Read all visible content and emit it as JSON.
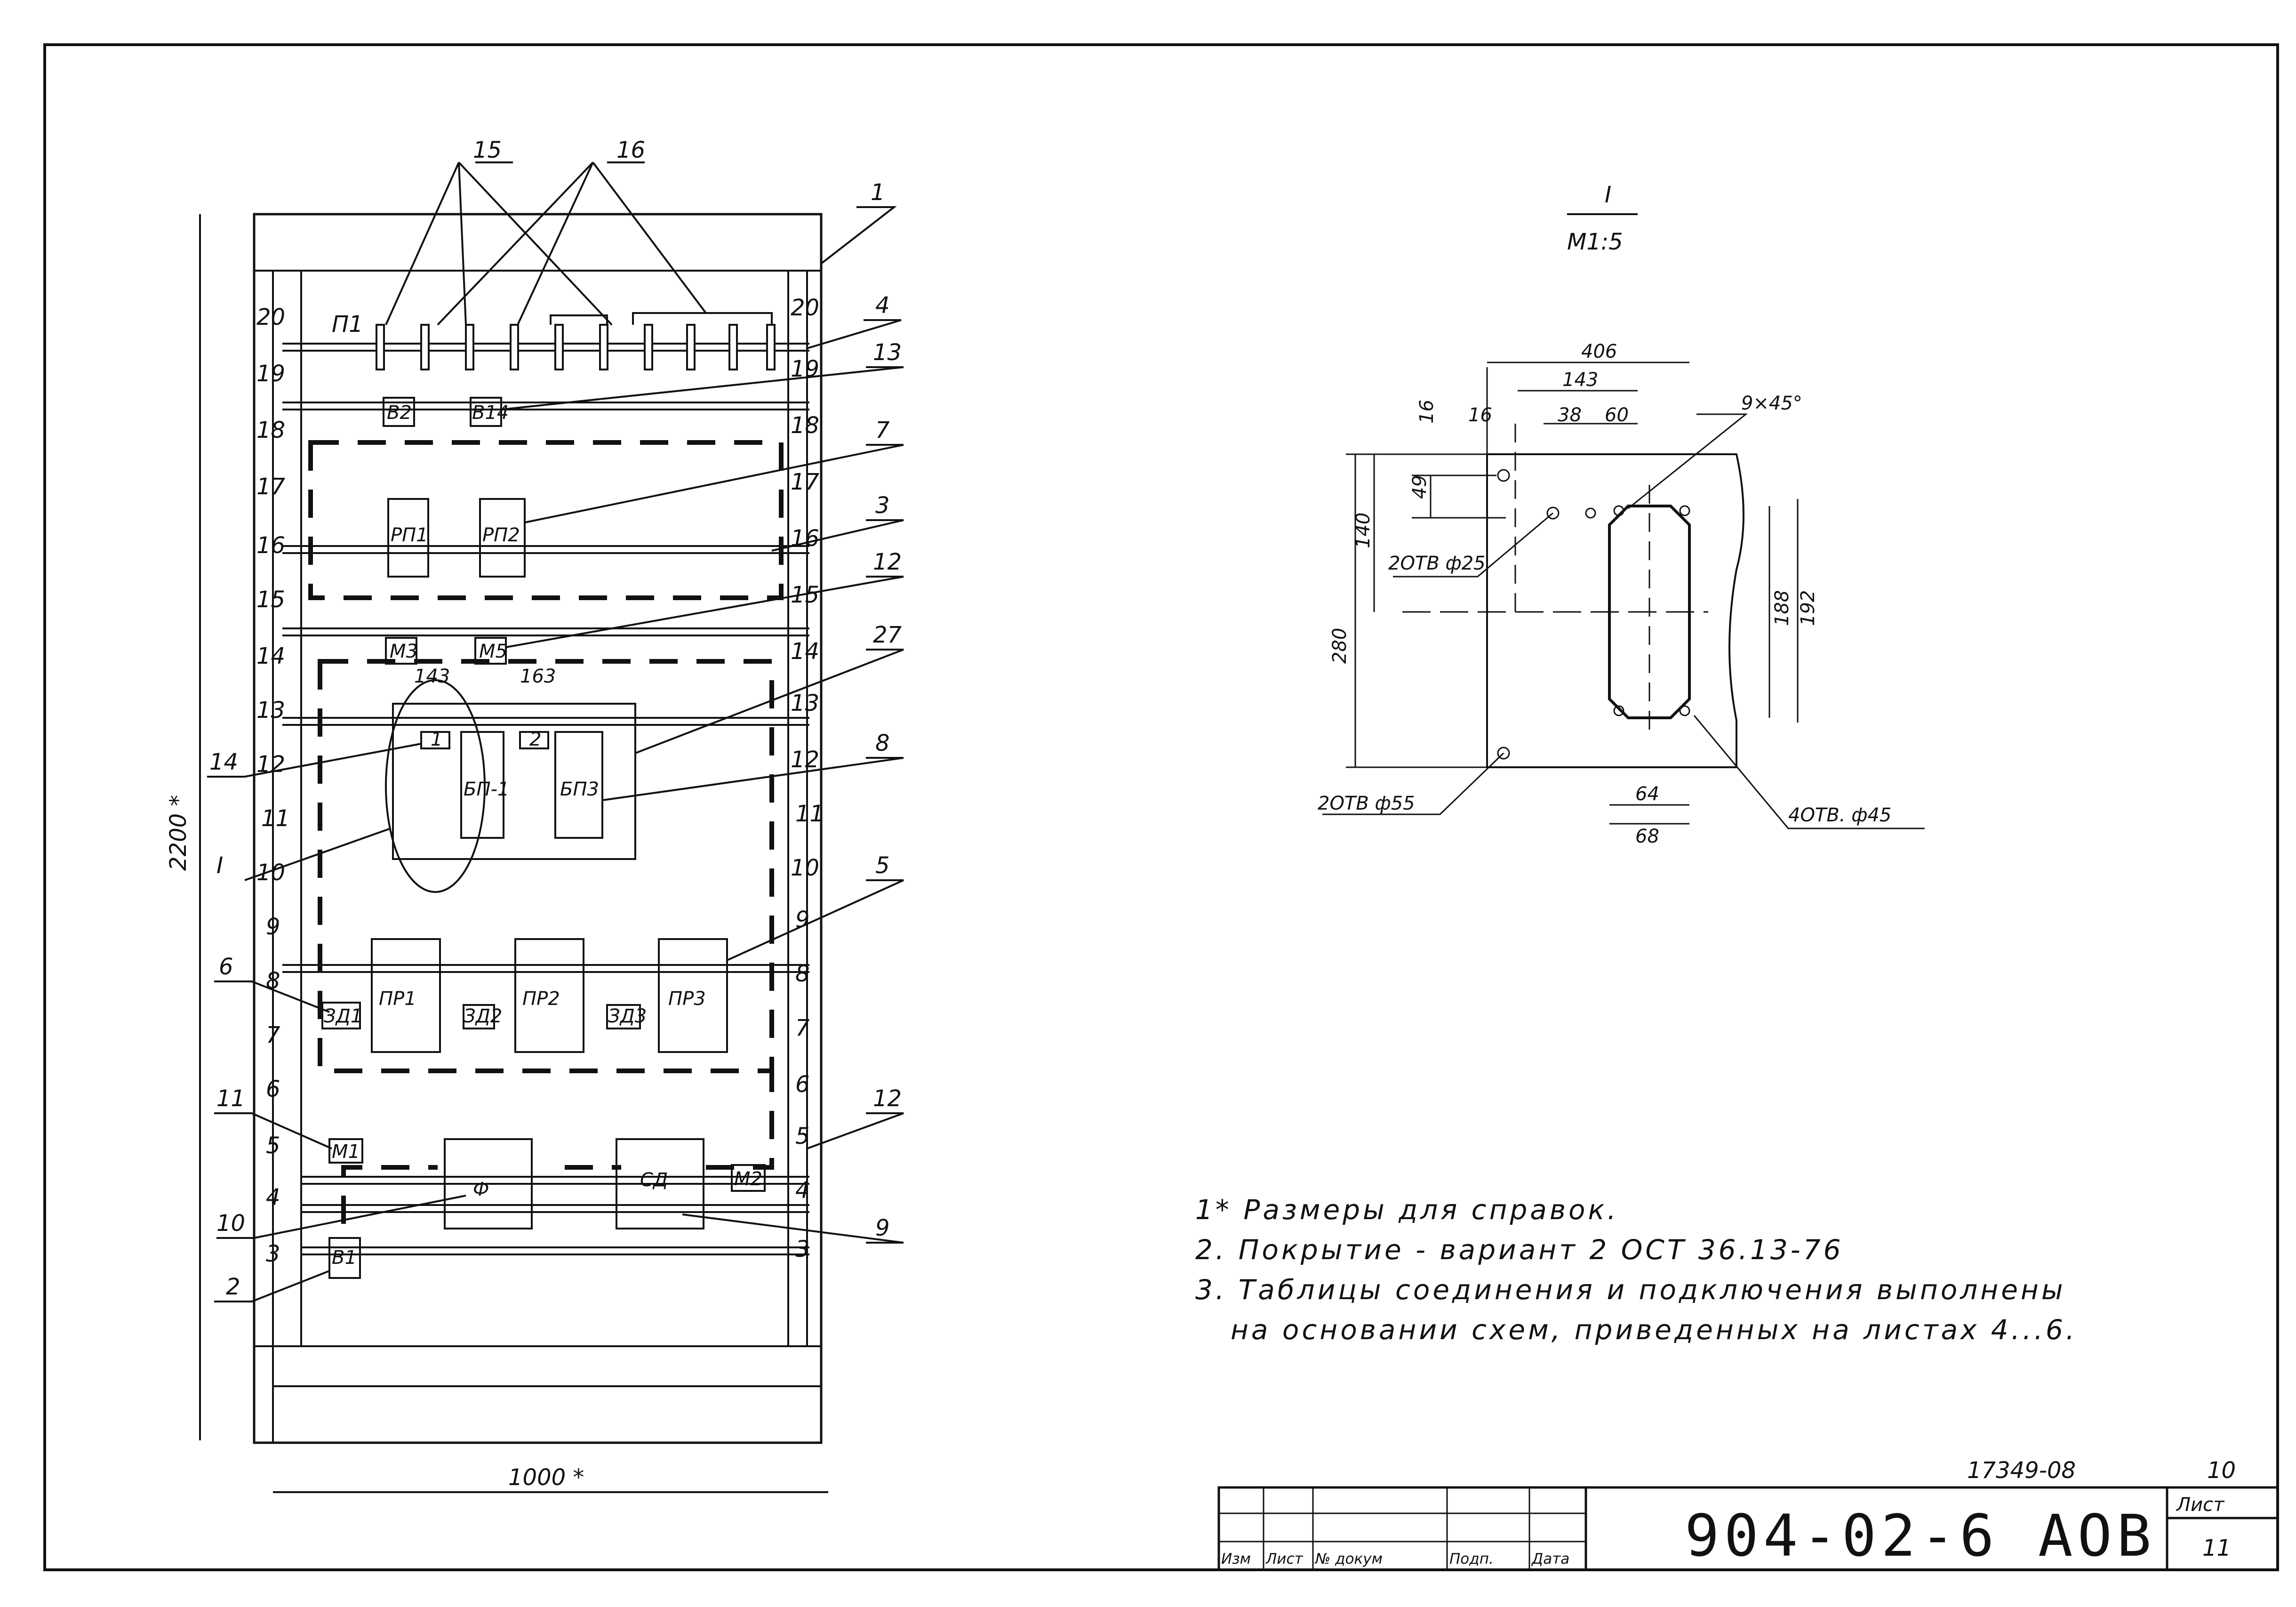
{
  "sheet_frame_number": "10",
  "cabinet": {
    "width_dim": "1000 *",
    "height_dim": "2200 *",
    "rail_scale": [
      "20",
      "19",
      "18",
      "17",
      "16",
      "15",
      "14",
      "13",
      "12",
      "11",
      "10",
      "9",
      "8",
      "7",
      "6",
      "5",
      "4",
      "3"
    ],
    "callouts": [
      "15",
      "16",
      "1",
      "4",
      "13",
      "7",
      "3",
      "12",
      "27",
      "8",
      "5",
      "12",
      "9",
      "14",
      "I",
      "6",
      "11",
      "10",
      "2"
    ],
    "panel_label": "П1",
    "devices": {
      "b2": "В2",
      "b14": "В14",
      "rp1": "РП1",
      "rp2": "РП2",
      "m3": "М3",
      "m5": "М5",
      "dim_143": "143",
      "dim_163": "163",
      "bp1": "БП-1",
      "bp3": "БП3",
      "small_1": "1",
      "small_2": "2",
      "pr1": "ПР1",
      "pr2": "ПР2",
      "pr3": "ПР3",
      "zd1": "ЗД1",
      "zd2": "ЗД2",
      "zd3": "ЗД3",
      "m1": "М1",
      "m2": "М2",
      "f": "Ф",
      "sd": "СД",
      "b1": "В1"
    }
  },
  "detail": {
    "title": "I",
    "scale": "М1:5",
    "dims": [
      "406",
      "143",
      "16",
      "16",
      "38",
      "60",
      "9×45°",
      "49",
      "140",
      "280",
      "188",
      "192",
      "64",
      "68"
    ],
    "holes": [
      "2ОТВ ф25",
      "2ОТВ ф55",
      "4ОТВ. ф45"
    ]
  },
  "notes": [
    "1* Размеры для справок.",
    "2. Покрытие - вариант 2      ОСТ 36.13-76",
    "3. Таблицы соединения и подключения выполнены",
    "на основании схем, приведенных на листах  4...6."
  ],
  "title_block": {
    "doc_number": "17349-08",
    "drawing_code": "904-02-6  АОВ",
    "sheet_label": "Лист",
    "sheet_number": "11",
    "columns": [
      "Изм",
      "Лист",
      "№ докум",
      "Подп.",
      "Дата"
    ]
  }
}
